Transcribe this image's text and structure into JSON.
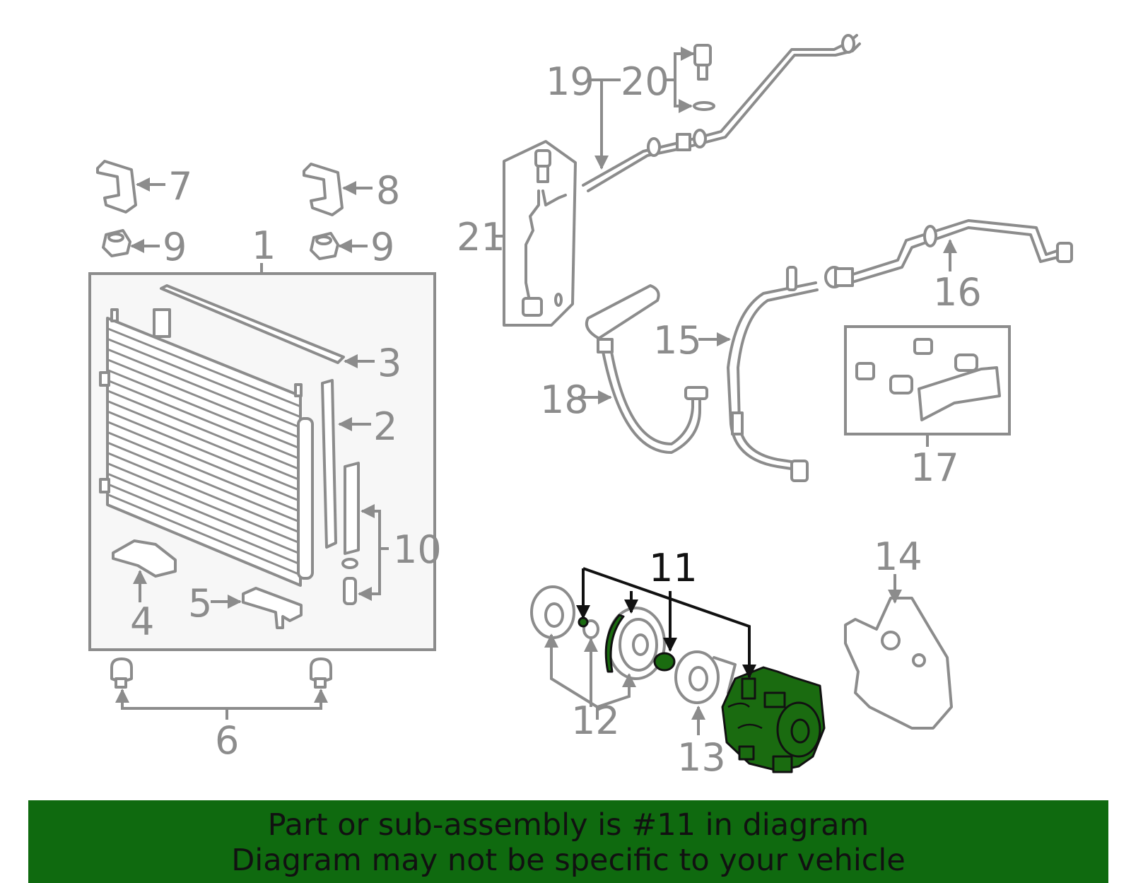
{
  "callouts": {
    "c1": "1",
    "c2": "2",
    "c3": "3",
    "c4": "4",
    "c5": "5",
    "c6": "6",
    "c7": "7",
    "c8": "8",
    "c9a": "9",
    "c9b": "9",
    "c10": "10",
    "c11": "11",
    "c12": "12",
    "c13": "13",
    "c14": "14",
    "c15": "15",
    "c16": "16",
    "c17": "17",
    "c18": "18",
    "c19": "19",
    "c20": "20",
    "c21": "21"
  },
  "highlighted_part": "11",
  "banner": {
    "line1": "Part or sub-assembly is #11 in diagram",
    "line2": "Diagram may not be specific to your vehicle"
  },
  "colors": {
    "highlight": "#1a6b10",
    "banner_background": "#0f6a0f",
    "part_line": "#8c8c8c",
    "highlight_leader": "#111111"
  }
}
